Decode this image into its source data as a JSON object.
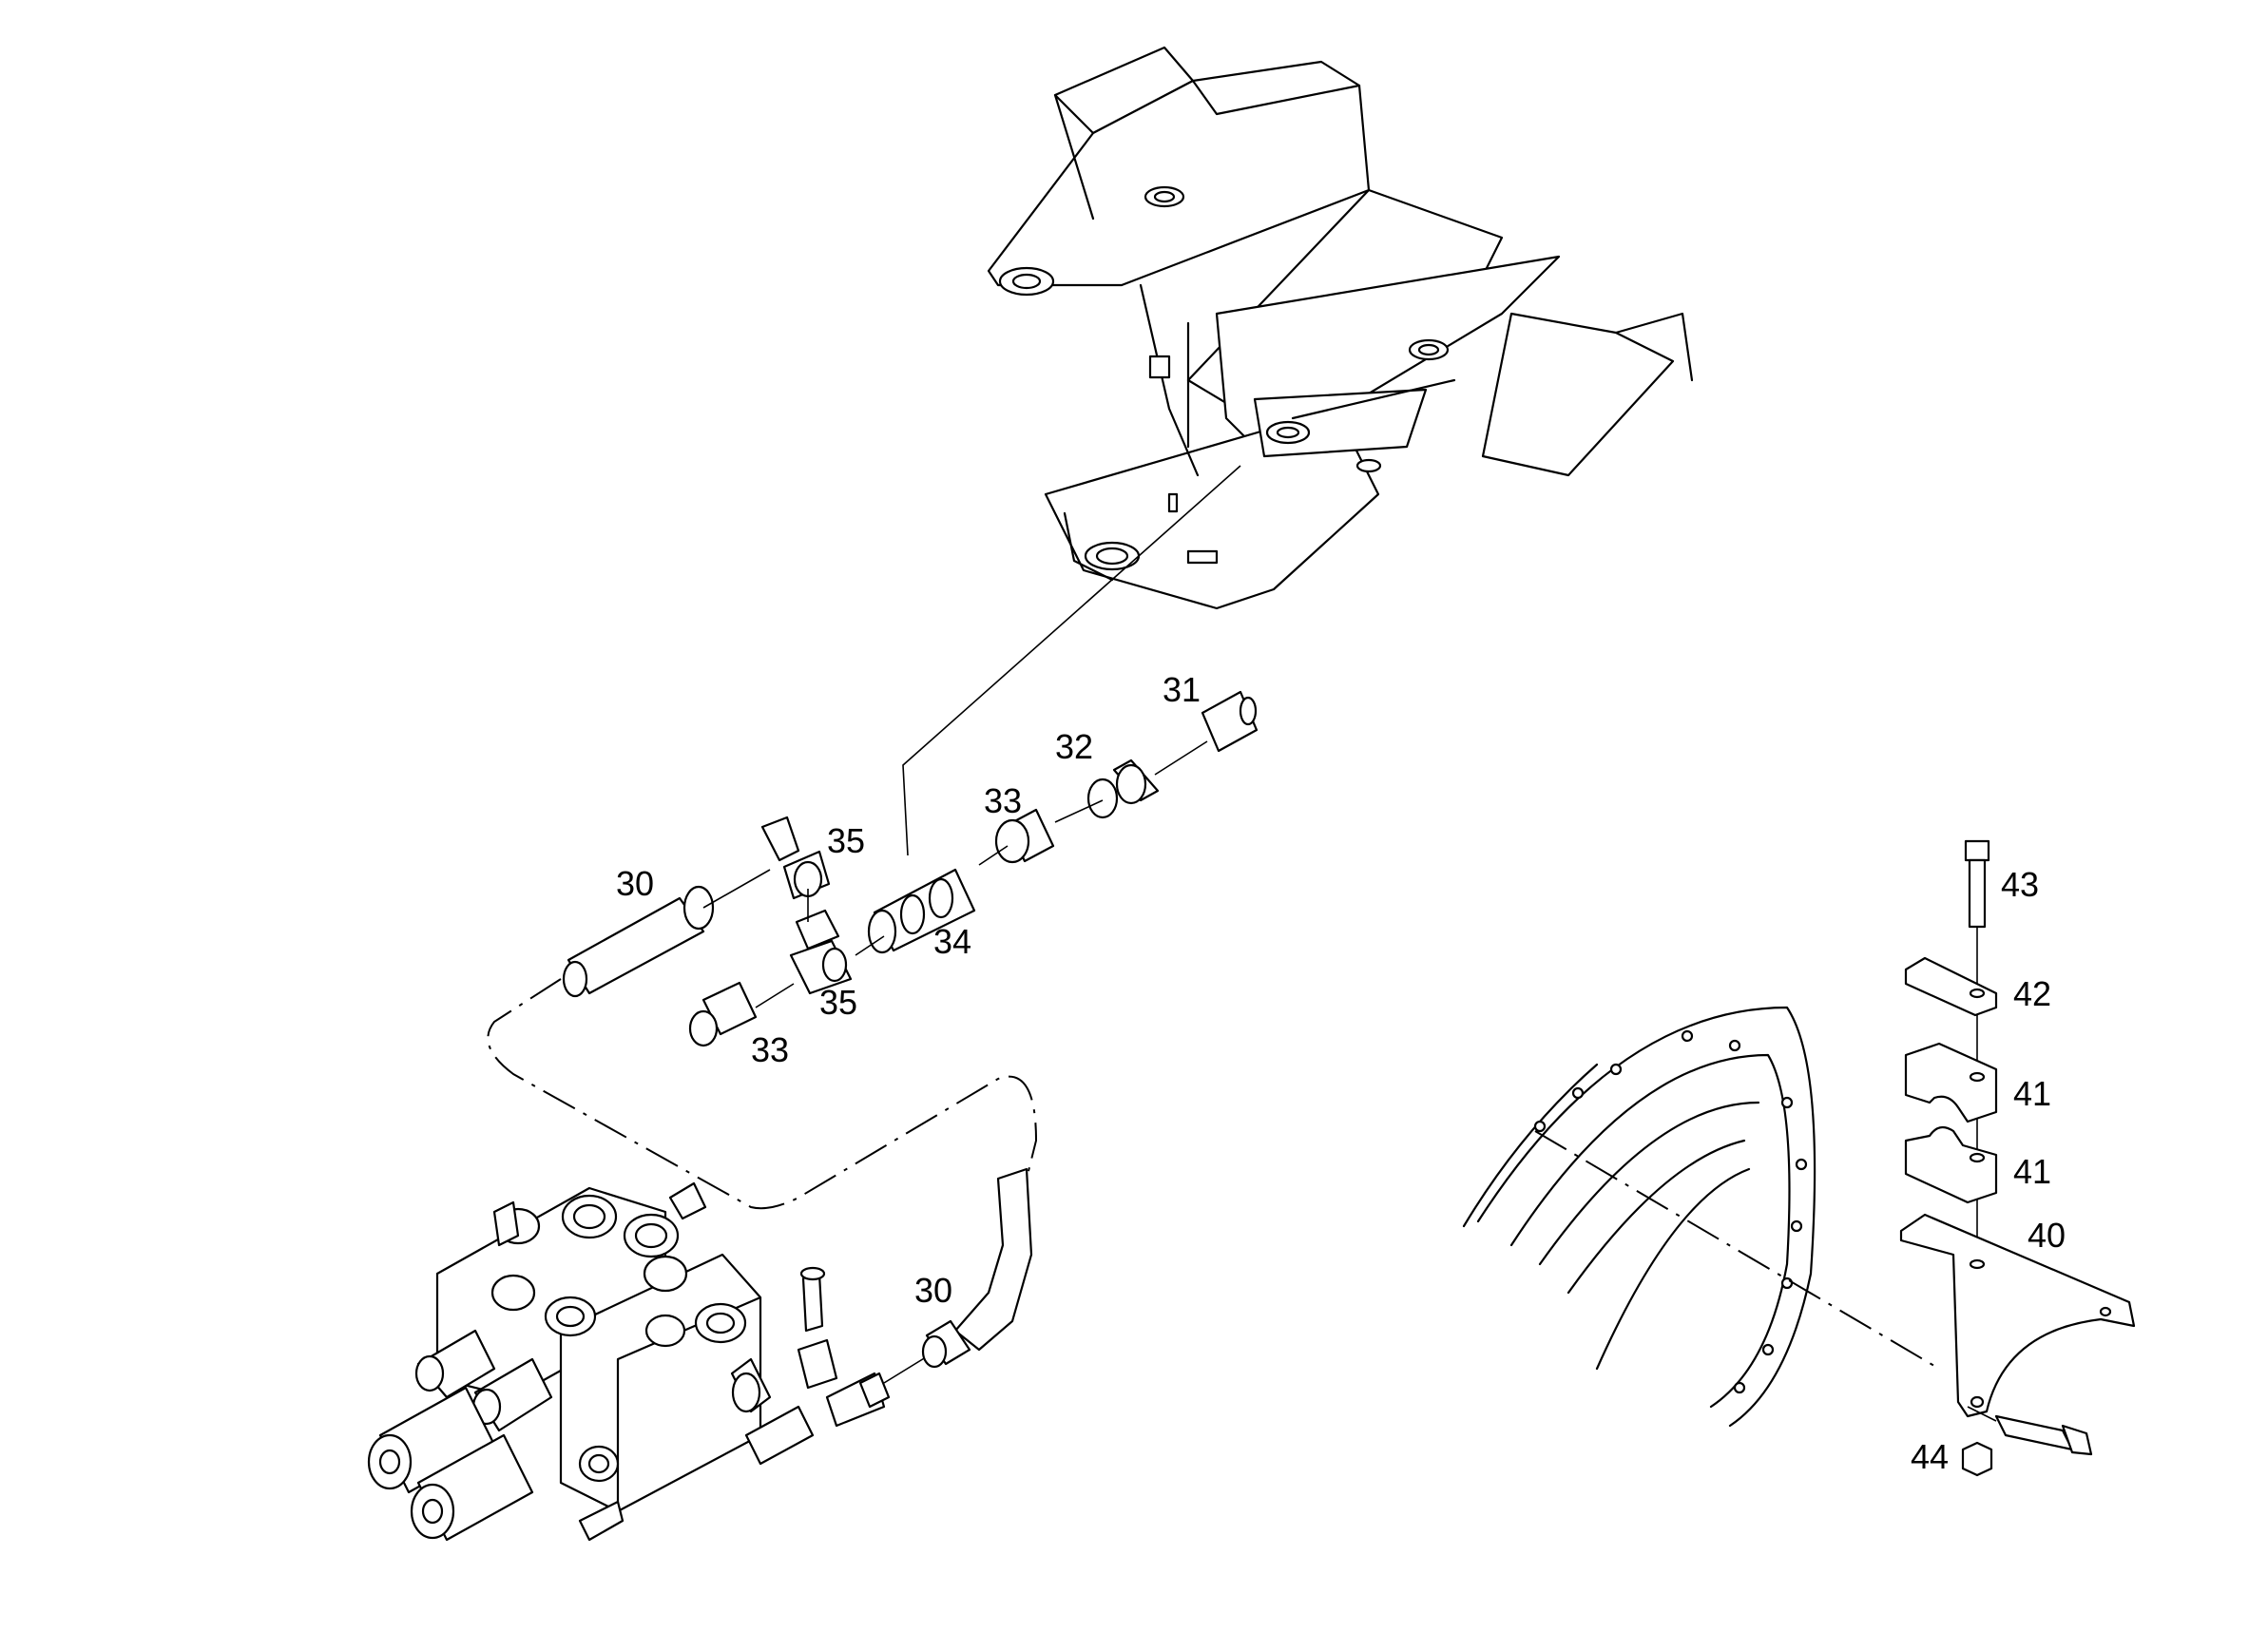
{
  "callouts": {
    "c31": "31",
    "c32": "32",
    "c33a": "33",
    "c33b": "33",
    "c34": "34",
    "c35a": "35",
    "c35b": "35",
    "c30a": "30",
    "c30b": "30",
    "c40": "40",
    "c41a": "41",
    "c41b": "41",
    "c42": "42",
    "c43": "43",
    "c44": "44"
  }
}
